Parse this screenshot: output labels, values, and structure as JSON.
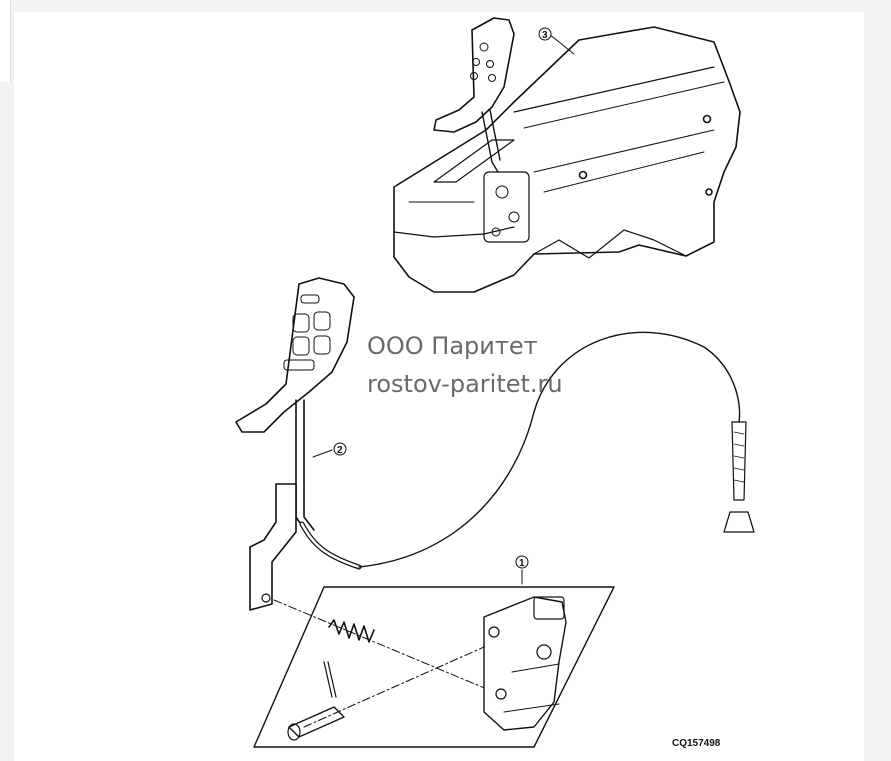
{
  "callouts": [
    "1",
    "2",
    "3"
  ],
  "watermark": {
    "line1": "ООО Паритет",
    "line2": "rostov-paritet.ru"
  },
  "figure_code": "CQ157498"
}
